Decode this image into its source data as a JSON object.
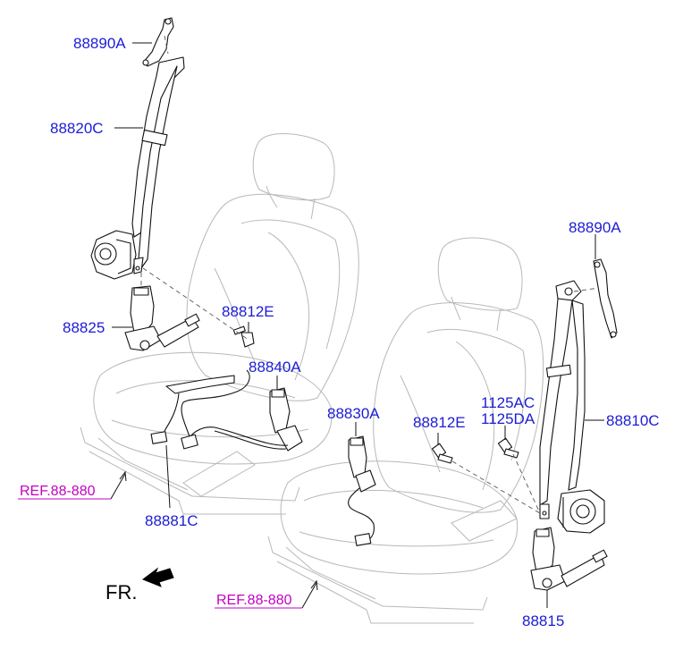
{
  "labels": {
    "p88890A_top": "88890A",
    "p88820C": "88820C",
    "p88825": "88825",
    "p88812E_left": "88812E",
    "p88840A": "88840A",
    "p88881C": "88881C",
    "p88830A": "88830A",
    "p88812E_right": "88812E",
    "p1125AC": "1125AC",
    "p1125DA": "1125DA",
    "p88810C": "88810C",
    "p88890A_right": "88890A",
    "p88815": "88815",
    "ref_left": "REF.88-880",
    "ref_right": "REF.88-880",
    "front_marker": "FR."
  },
  "colors": {
    "part_number": "#1c1cd6",
    "reference": "#c400c4",
    "linework": "#111111",
    "seat_outline": "#b8b8b8"
  },
  "icons": {
    "front_direction": "arrow-left-icon"
  }
}
